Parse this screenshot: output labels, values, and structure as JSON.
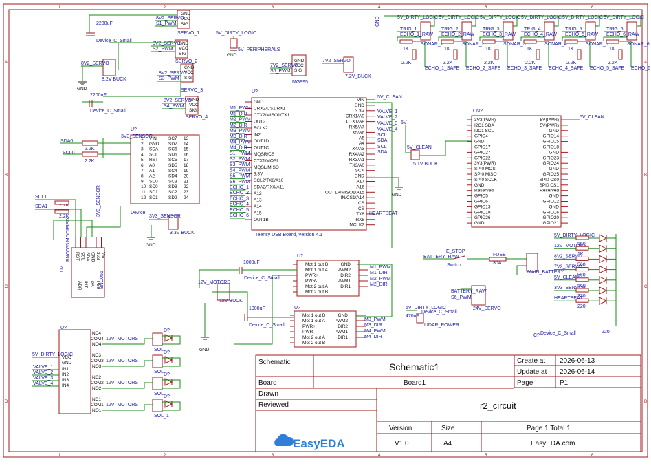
{
  "frame": {
    "col_marks": [
      "1",
      "2",
      "3",
      "4",
      "5",
      "6"
    ],
    "row_marks": [
      "A",
      "B",
      "C",
      "D"
    ]
  },
  "title_block": {
    "schematic_label": "Schematic",
    "schematic_name": "Schematic1",
    "board_label": "Board",
    "board_name": "Board1",
    "drawn_label": "Drawn",
    "reviewed_label": "Reviewed",
    "create_label": "Create at",
    "create_date": "2026-06-13",
    "update_label": "Update at",
    "update_date": "2026-06-14",
    "page_label": "Page",
    "page_value": "P1",
    "project": "r2_circuit",
    "version_label": "Version",
    "version_value": "V1.0",
    "size_label": "Size",
    "size_value": "A4",
    "page_total": "Page  1  Total  1",
    "site": "EasyEDA.com",
    "logo_text": "EasyEDA"
  },
  "servos": {
    "items": [
      {
        "power": "8V2_SERVO",
        "pwm": "S1_PWM",
        "name": "SERVO_1"
      },
      {
        "power": "8V2_SERVO",
        "pwm": "S2_PWM",
        "name": "SERVO_2"
      },
      {
        "power": "8V2_SERVO",
        "pwm": "S3_PWM",
        "name": "SERVO_3"
      },
      {
        "power": "8V2_SERVO",
        "pwm": "S4_PWM",
        "name": "SERVO_4"
      }
    ],
    "cap1": "2200uF",
    "cap1_name": "Device_C_Small",
    "cap2": "2200uF",
    "cap2_name": "Device_C_Small",
    "buck_in": "8V2_SERVO",
    "buck_name": "8.2V BUCK",
    "pins": [
      "GND",
      "VCC",
      "SIG"
    ]
  },
  "peripherals": {
    "net": "5V_DIRTY_LOGIC",
    "name": "5V_PERIPHERALS"
  },
  "mg995": {
    "power": "7V2_SERVO",
    "pwm": "S6_PWM",
    "name": "MG995"
  },
  "buck72": {
    "net": "7V2_SERVO",
    "name": "7.2V_BUCK"
  },
  "sonars": {
    "net": "5V_DIRTY_LOGIC",
    "items": [
      {
        "trig": "TRIG_1",
        "echo": "ECHO_1_RAW",
        "name": "SONAR_1",
        "safe": "ECHO_1_SAFE"
      },
      {
        "trig": "TRIG_2",
        "echo": "ECHO_2_RAW",
        "name": "SONAR_2",
        "safe": "ECHO_2_SAFE"
      },
      {
        "trig": "TRIG_3",
        "echo": "ECHO_3_RAW",
        "name": "SONAR_3",
        "safe": "ECHO_3_SAFE"
      },
      {
        "trig": "TRIG_4",
        "echo": "ECHO_4_RAW",
        "name": "SONAR_4",
        "safe": "ECHO_4_SAFE"
      },
      {
        "trig": "TRIG_5",
        "echo": "ECHO_5_RAW",
        "name": "SONAR_5",
        "safe": "ECHO_5_SAFE"
      },
      {
        "trig": "TRIG_6",
        "echo": "ECHO_6_RAW",
        "name": "SONAR_6",
        "safe": "ECHO_6"
      }
    ],
    "r1": "1K",
    "r2": "2.2K"
  },
  "teensy": {
    "ref": "U?",
    "title": "Teensy USB Board, Version 4.1",
    "left_pins": [
      "GND",
      "CRX2/CS1/RX1",
      "CTX2/MISO1/TX1",
      "OUT2",
      "BCLK2",
      "IN2",
      "OUT1D",
      "OUT1C",
      "MQSR/CS",
      "CTX1/MOSI",
      "MQSL/MISO",
      "3.3V",
      "SCL2/TX6/A10",
      "SDA2/RX6/A11",
      "A12",
      "A13",
      "A14",
      "A15",
      "OUT1B"
    ],
    "left_nets": [
      "",
      "M1_PWM",
      "M1_DIR",
      "M2_PWM",
      "M2_DIR",
      "M3_PWM",
      "M3_DIR",
      "M4_PWM",
      "M4_DIR",
      "S1_PWM",
      "S2_PWM",
      "S3_PWM",
      "S4_PWM",
      "S5_PWM",
      "S6_PWM",
      "ECHO_1",
      "ECHO_2",
      "ECHO_3",
      "ECHO_4",
      "ECHO_5",
      "ECHO_6"
    ],
    "right_pins": [
      "VIN",
      "GND",
      "3.3V",
      "CRX1/A9",
      "CTX1/A8",
      "RX5/A7",
      "TX5/A6",
      "A5",
      "A4",
      "TX4/A3",
      "RX4/A2",
      "RX3/A1",
      "TX3/A0",
      "SCK",
      "GND",
      "A17",
      "A16",
      "OUT1A/MISO1/A15",
      "IN/CS1/A14",
      "CS",
      "CS",
      "TX8",
      "RX8",
      "MCLK2"
    ],
    "right_nets": [
      "5V_CLEAN",
      "VALVE_1",
      "VALVE_2",
      "VALVE_3",
      "VALVE_4",
      "SCL",
      "SDA",
      "SCL",
      "SDA"
    ],
    "heartbeat": "HEARTBEAT"
  },
  "ads": {
    "ref": "U?",
    "name": "Device",
    "power": "3V3_SENSOR",
    "left_pins": [
      "VIN",
      "GND",
      "SDA",
      "SCL",
      "RST",
      "A0",
      "A1",
      "A2",
      "SD0",
      "SC0",
      "SD1",
      "SC1"
    ],
    "left_nums": [
      "1",
      "2",
      "3",
      "4",
      "5",
      "6",
      "7",
      "8",
      "9",
      "10",
      "11",
      "12"
    ],
    "right_pins": [
      "SC7",
      "SD7",
      "SC6",
      "SD6",
      "SC5",
      "SD5",
      "SC4",
      "SD4",
      "SC3",
      "SD3",
      "SC2",
      "SD2"
    ],
    "right_nums": [
      "13",
      "14",
      "15",
      "16",
      "17",
      "18",
      "19",
      "20",
      "21",
      "22",
      "23",
      "24"
    ],
    "nets": [
      "SDA0",
      "SCL0"
    ],
    "resistors": [
      "2.2K",
      "2.2K"
    ]
  },
  "bno": {
    "ref": "U2",
    "name": "BNO055",
    "sub": "BNO055 MODIFIED",
    "nets": [
      "SCL1",
      "SDA1",
      "3V3_SENSOR"
    ],
    "resistors": [
      "2.2K",
      "2.2K"
    ],
    "top_pins": [
      "RST",
      "SCL",
      "SDA",
      "GND",
      "3V3",
      "Vin"
    ],
    "bot_pins": [
      "ADR",
      "INT",
      "PS1",
      "PS0"
    ]
  },
  "buck33": {
    "net": "3V3_SENSOR",
    "name": "3.3V BUCK"
  },
  "pi": {
    "ref": "CN?",
    "net": "5V_CLEAN",
    "left_pins": [
      "3V3(PWR)",
      "I2C1 SDA",
      "I2C1 SCL",
      "GPIO4",
      "GND",
      "GPIO17",
      "GPIO27",
      "GPIO22",
      "3V3(PWR)",
      "SPI0 MOSI",
      "SPI0 MISO",
      "SPI0 SCLK",
      "GND",
      "Reserved",
      "GPIO5",
      "GPIO6",
      "GPIO13",
      "GPIO19",
      "GPIO26",
      "GND"
    ],
    "right_pins": [
      "5V(PWR)",
      "5V(PWR)",
      "GND",
      "GPIO14",
      "GPIO15",
      "GPIO18",
      "GND",
      "GPIO23",
      "GPIO24",
      "GND",
      "GPIO25",
      "SPI0 CS0",
      "SPI0 CS1",
      "Reserved",
      "GND",
      "GPIO12",
      "GND",
      "GPIO16",
      "GPIO20",
      "GPIO21"
    ]
  },
  "buck5": {
    "net": "5V_CLEAN",
    "name": "5.1V BUCK",
    "net_in": "5V"
  },
  "drivers": {
    "items": [
      {
        "ref": "U?",
        "left": [
          "Mot 1 out B",
          "Mot 1 out A",
          "PWR+",
          "PWR-",
          "Mot 2 out A",
          "Mot 2 out B"
        ],
        "right": [
          "GND",
          "PWM2",
          "DIR2",
          "PWM1",
          "DIR1"
        ],
        "nets": [
          "M1_PWM",
          "M1_DIR",
          "M2_PWM",
          "M2_DIR"
        ],
        "cap": "1000uF",
        "cap_name": "Device_C_Small"
      },
      {
        "ref": "U?",
        "left": [
          "Mot 1 out B",
          "Mot 1 out A",
          "PWR+",
          "PWR-",
          "Mot 2 out A",
          "Mot 2 out B"
        ],
        "right": [
          "GND",
          "PWM2",
          "DIR2",
          "PWM1",
          "DIR1"
        ],
        "nets": [
          "M3_PWM",
          "M3_DIR",
          "M4_PWM",
          "M4_DIR"
        ],
        "cap": "1000uF",
        "cap_name": "Device_C_Small"
      }
    ],
    "motor_net": "12V_MOTORS",
    "buck_name": "12V BUCK"
  },
  "power": {
    "estop": "E_STOP",
    "battery_raw": "BATTERY_RAW",
    "switch": "Switch",
    "fuse": "FUSE",
    "fuse_rating": "30A",
    "main": "MAIN_BATTERY",
    "battery": "BATTERY_RAW",
    "s6": "S6_PWM",
    "servo24": "24V_SERVO"
  },
  "lidar": {
    "net": "5V_DIRTY_LOGIC",
    "cap": "470uF",
    "cap_name": "Device_C_Small",
    "name": "LIDAR_POWER"
  },
  "cap_extra": {
    "ref": "C?",
    "name": "Device_C_Small"
  },
  "leds": {
    "items": [
      {
        "net": "5V_DIRTY_LOGIC",
        "r": "560"
      },
      {
        "net": "12V_MOTORS",
        "r": "1K"
      },
      {
        "net": "8V2_SERVO",
        "r": "560"
      },
      {
        "net": "7V2_SERVO",
        "r": "560"
      },
      {
        "net": "5V_CLEAN",
        "r": "560"
      },
      {
        "net": "3V3_SENSOR",
        "r": "330"
      },
      {
        "net": "HEARTBEAT",
        "r": "220"
      }
    ],
    "extra_r": "220"
  },
  "relay": {
    "ref": "U?",
    "net": "5V_DIRTY_LOGIC",
    "pins": [
      "VCC",
      "GND",
      "IN1",
      "IN2",
      "IN3",
      "IN4"
    ],
    "valves": [
      "VALVE_1",
      "VALVE_2",
      "VALVE_3",
      "VALVE_4"
    ],
    "channels": [
      {
        "nc": "NC4",
        "com": "COM4",
        "no": "NO4",
        "net": "12V_MOTORS",
        "sol": "SOL"
      },
      {
        "nc": "NC3",
        "com": "COM3",
        "no": "NO3",
        "net": "12V_MOTORS",
        "sol": "SOL"
      },
      {
        "nc": "NC2",
        "com": "COM2",
        "no": "NO2",
        "net": "12V_MOTORS",
        "sol": "SOL"
      },
      {
        "nc": "NC1",
        "com": "COM1",
        "no": "NO1",
        "net": "12V_MOTORS",
        "sol": "SOL_1"
      }
    ],
    "diode": "D?"
  }
}
